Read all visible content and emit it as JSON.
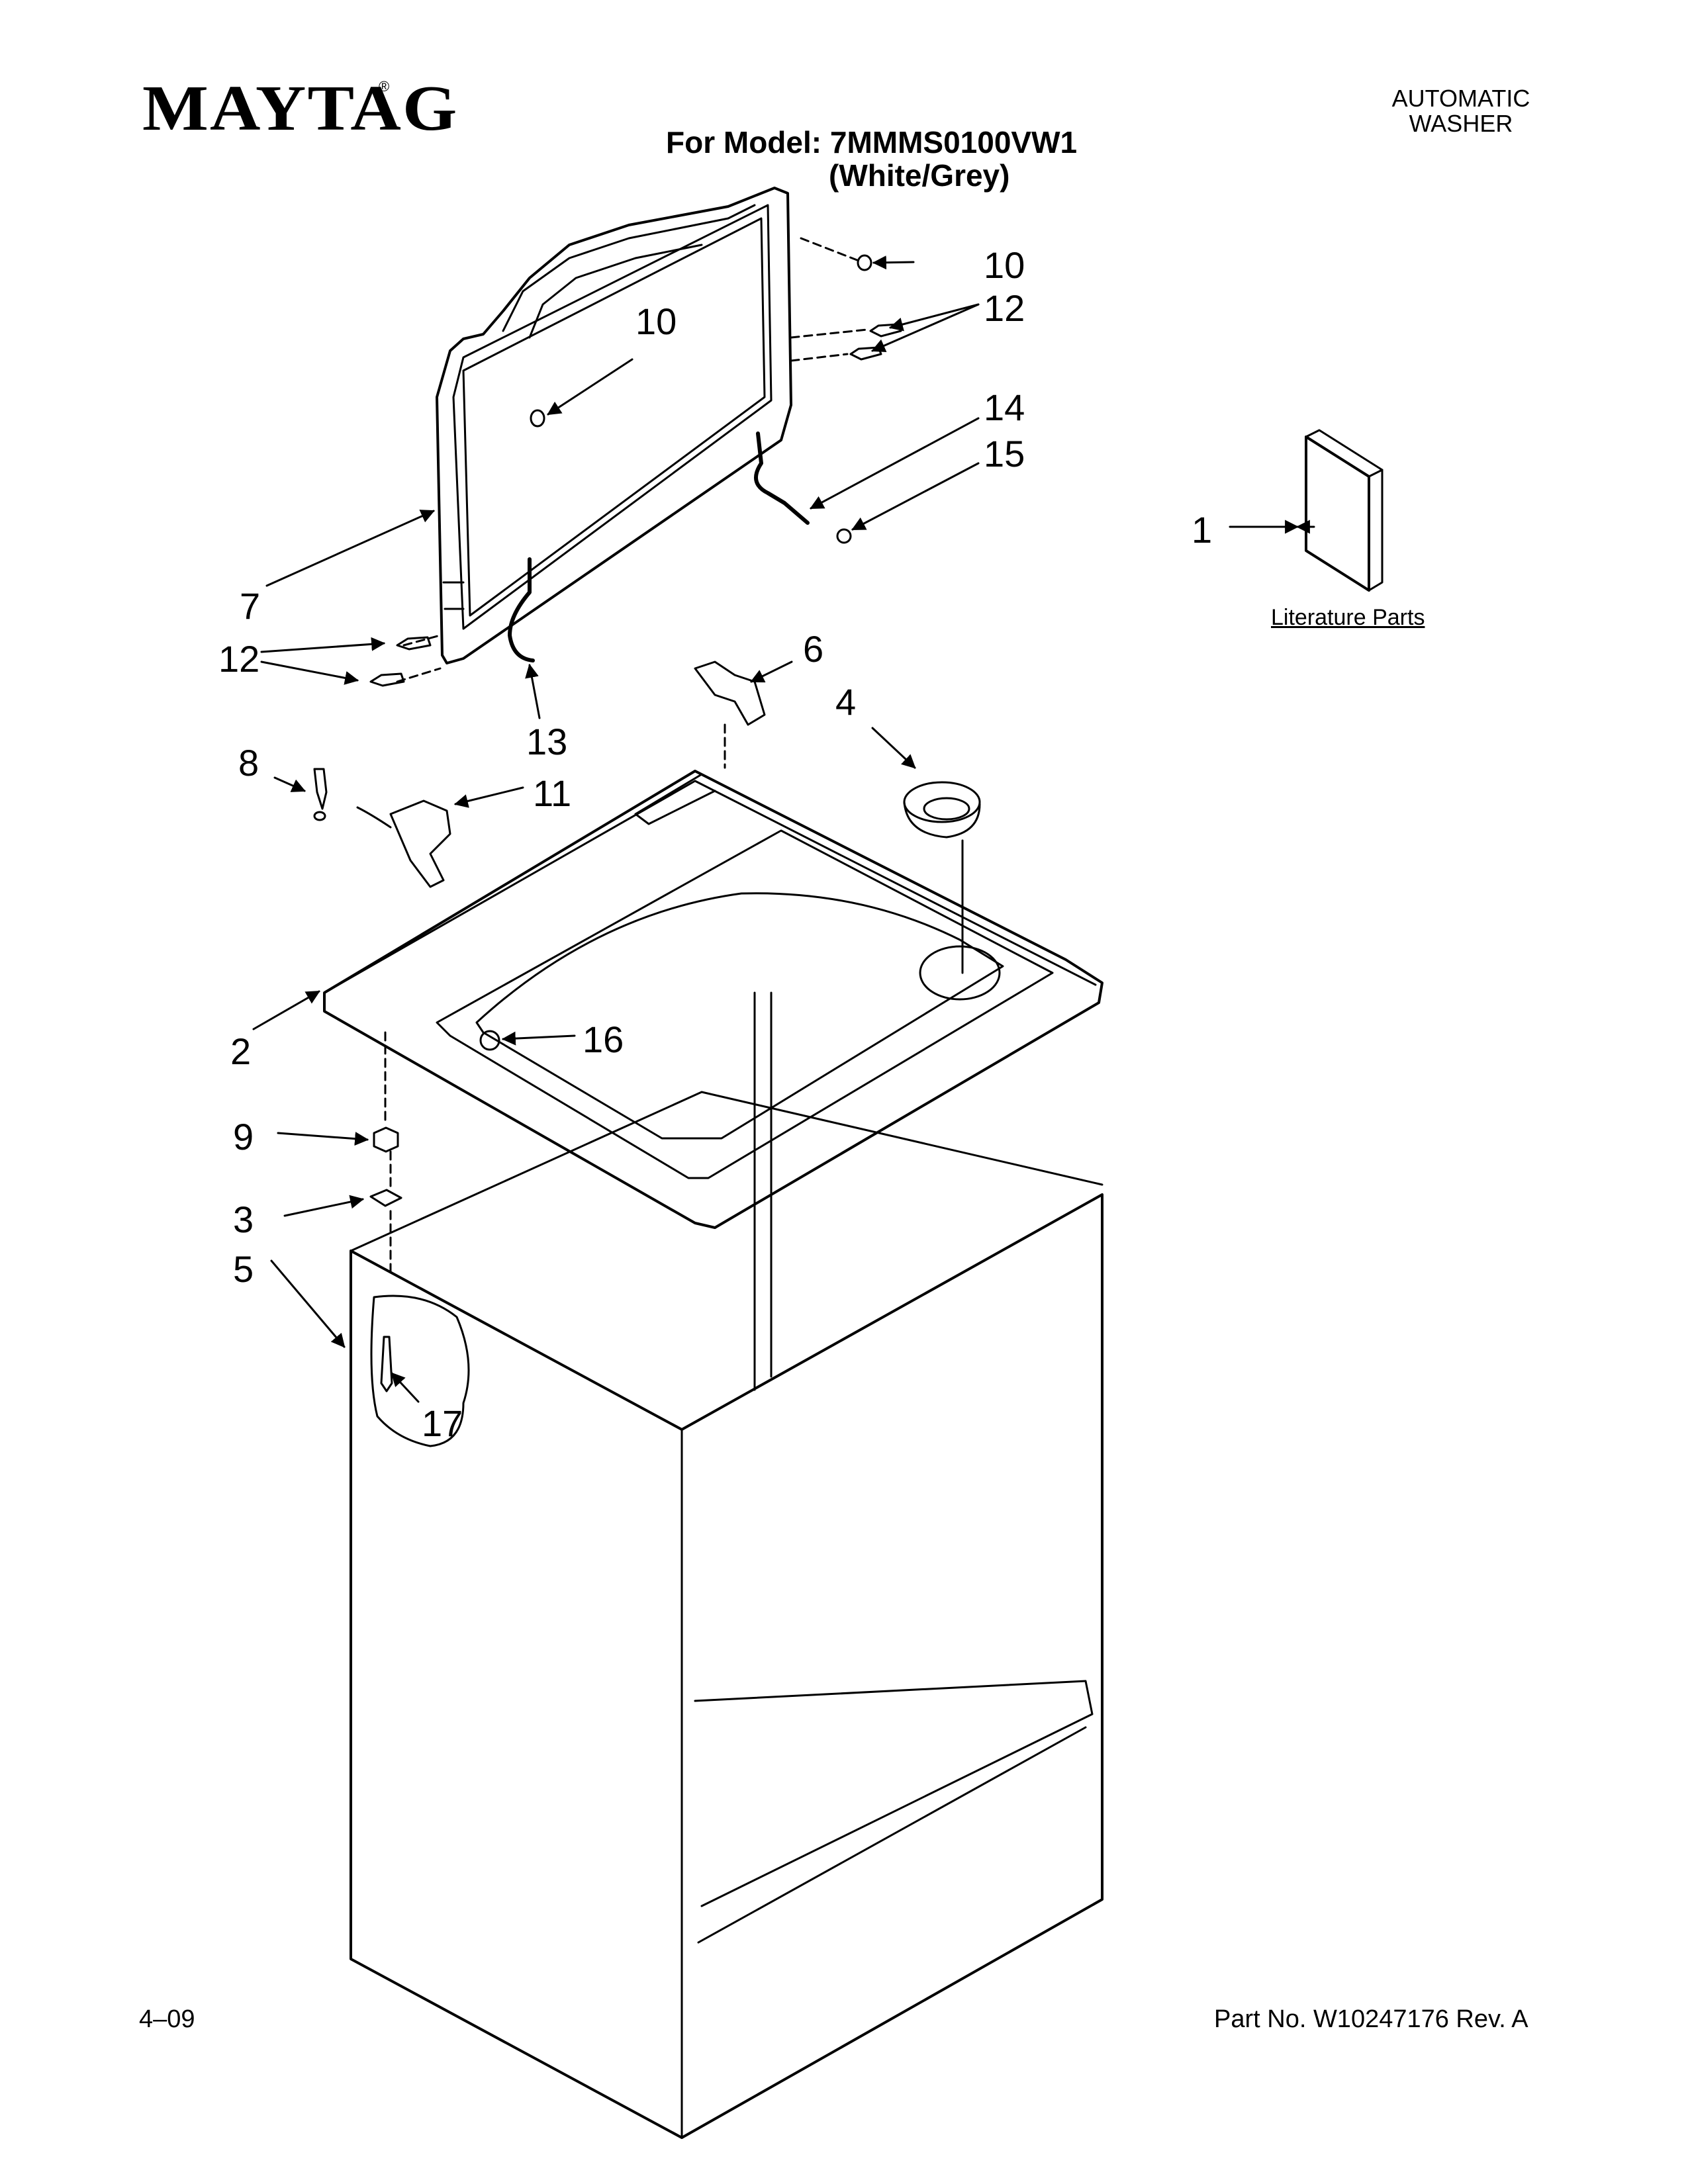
{
  "header": {
    "brand": "MAYTAG",
    "brand_mark": "®",
    "model_line": "For Model: 7MMMS0100VW1",
    "color_line": "(White/Grey)",
    "product_type_line1": "AUTOMATIC",
    "product_type_line2": "WASHER"
  },
  "literature": {
    "label": "Literature Parts"
  },
  "callouts": [
    "1",
    "2",
    "3",
    "4",
    "5",
    "6",
    "7",
    "8",
    "9",
    "10",
    "10",
    "11",
    "12",
    "12",
    "13",
    "14",
    "15",
    "16",
    "17"
  ],
  "footer": {
    "date": "4–09",
    "part_number": "Part No. W10247176 Rev. A"
  }
}
